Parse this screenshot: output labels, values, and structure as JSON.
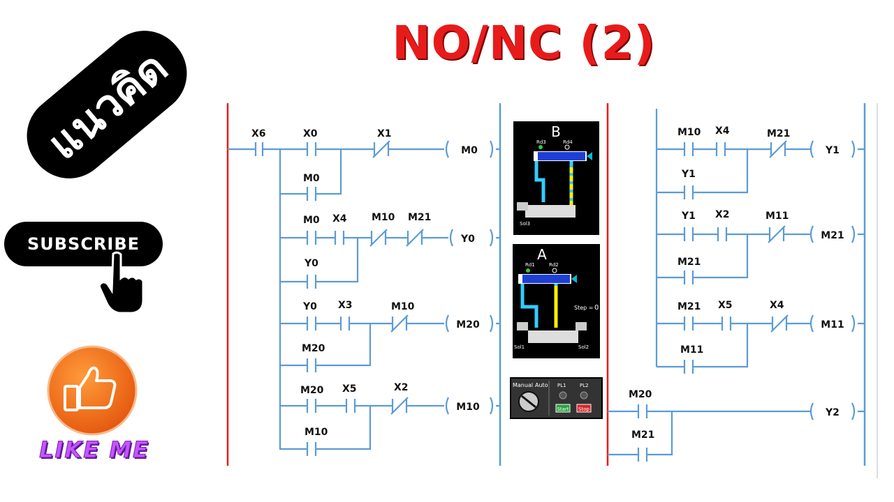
{
  "title": "NO/NC (2)",
  "brand": {
    "text": "แนวคิด"
  },
  "subscribe": {
    "label": "SUBSCRIBE"
  },
  "like": {
    "label": "LIKE ME"
  },
  "colors": {
    "wire": "#5b9bd5",
    "rail_power": "#e81b1b",
    "title": "#e81b1b",
    "like": "#f47a1e",
    "like_label": "#c455ff"
  },
  "ladder_left": {
    "rungs": [
      {
        "contacts": [
          {
            "label": "X6",
            "type": "NO"
          },
          {
            "label": "X0",
            "type": "NO"
          },
          {
            "label": "X1",
            "type": "NC"
          }
        ],
        "branch": [
          {
            "label": "M0",
            "type": "NO"
          }
        ],
        "coil": "M0"
      },
      {
        "contacts": [
          {
            "label": "M0",
            "type": "NO"
          },
          {
            "label": "X4",
            "type": "NO"
          },
          {
            "label": "M10",
            "type": "NC"
          },
          {
            "label": "M21",
            "type": "NC"
          }
        ],
        "branch": [
          {
            "label": "Y0",
            "type": "NO"
          }
        ],
        "coil": "Y0"
      },
      {
        "contacts": [
          {
            "label": "Y0",
            "type": "NO"
          },
          {
            "label": "X3",
            "type": "NO"
          },
          {
            "label": "M10",
            "type": "NC"
          }
        ],
        "branch": [
          {
            "label": "M20",
            "type": "NO"
          }
        ],
        "coil": "M20"
      },
      {
        "contacts": [
          {
            "label": "M20",
            "type": "NO"
          },
          {
            "label": "X5",
            "type": "NO"
          },
          {
            "label": "X2",
            "type": "NC"
          }
        ],
        "branch": [
          {
            "label": "M10",
            "type": "NO"
          }
        ],
        "coil": "M10"
      }
    ]
  },
  "ladder_right": {
    "rungs": [
      {
        "contacts": [
          {
            "label": "M10",
            "type": "NO"
          },
          {
            "label": "X4",
            "type": "NO"
          },
          {
            "label": "M21",
            "type": "NC"
          }
        ],
        "branch": [
          {
            "label": "Y1",
            "type": "NO"
          }
        ],
        "coil": "Y1"
      },
      {
        "contacts": [
          {
            "label": "Y1",
            "type": "NO"
          },
          {
            "label": "X2",
            "type": "NO"
          },
          {
            "label": "M11",
            "type": "NC"
          }
        ],
        "branch": [
          {
            "label": "M21",
            "type": "NO"
          }
        ],
        "coil": "M21"
      },
      {
        "contacts": [
          {
            "label": "M21",
            "type": "NO"
          },
          {
            "label": "X5",
            "type": "NO"
          },
          {
            "label": "X4",
            "type": "NC"
          }
        ],
        "branch": [
          {
            "label": "M11",
            "type": "NO"
          }
        ],
        "coil": "M11"
      },
      {
        "contacts": [
          {
            "label": "M20",
            "type": "NO"
          }
        ],
        "branch": [
          {
            "label": "M21",
            "type": "NO"
          }
        ],
        "coil": "Y2"
      }
    ]
  },
  "sim_b": {
    "title": "B",
    "sensors": [
      "Rd3",
      "Rd4"
    ],
    "solenoid": "Sol3"
  },
  "sim_a": {
    "title": "A",
    "sensors": [
      "Rd1",
      "Rd2"
    ],
    "step_label": "Step =",
    "step_value": "0",
    "solenoids": [
      "Sol1",
      "Sol2"
    ]
  },
  "control_panel": {
    "manual": "Manual",
    "auto": "Auto",
    "lamps": [
      "PL1",
      "PL2"
    ],
    "start": "Start",
    "stop": "Stop"
  }
}
